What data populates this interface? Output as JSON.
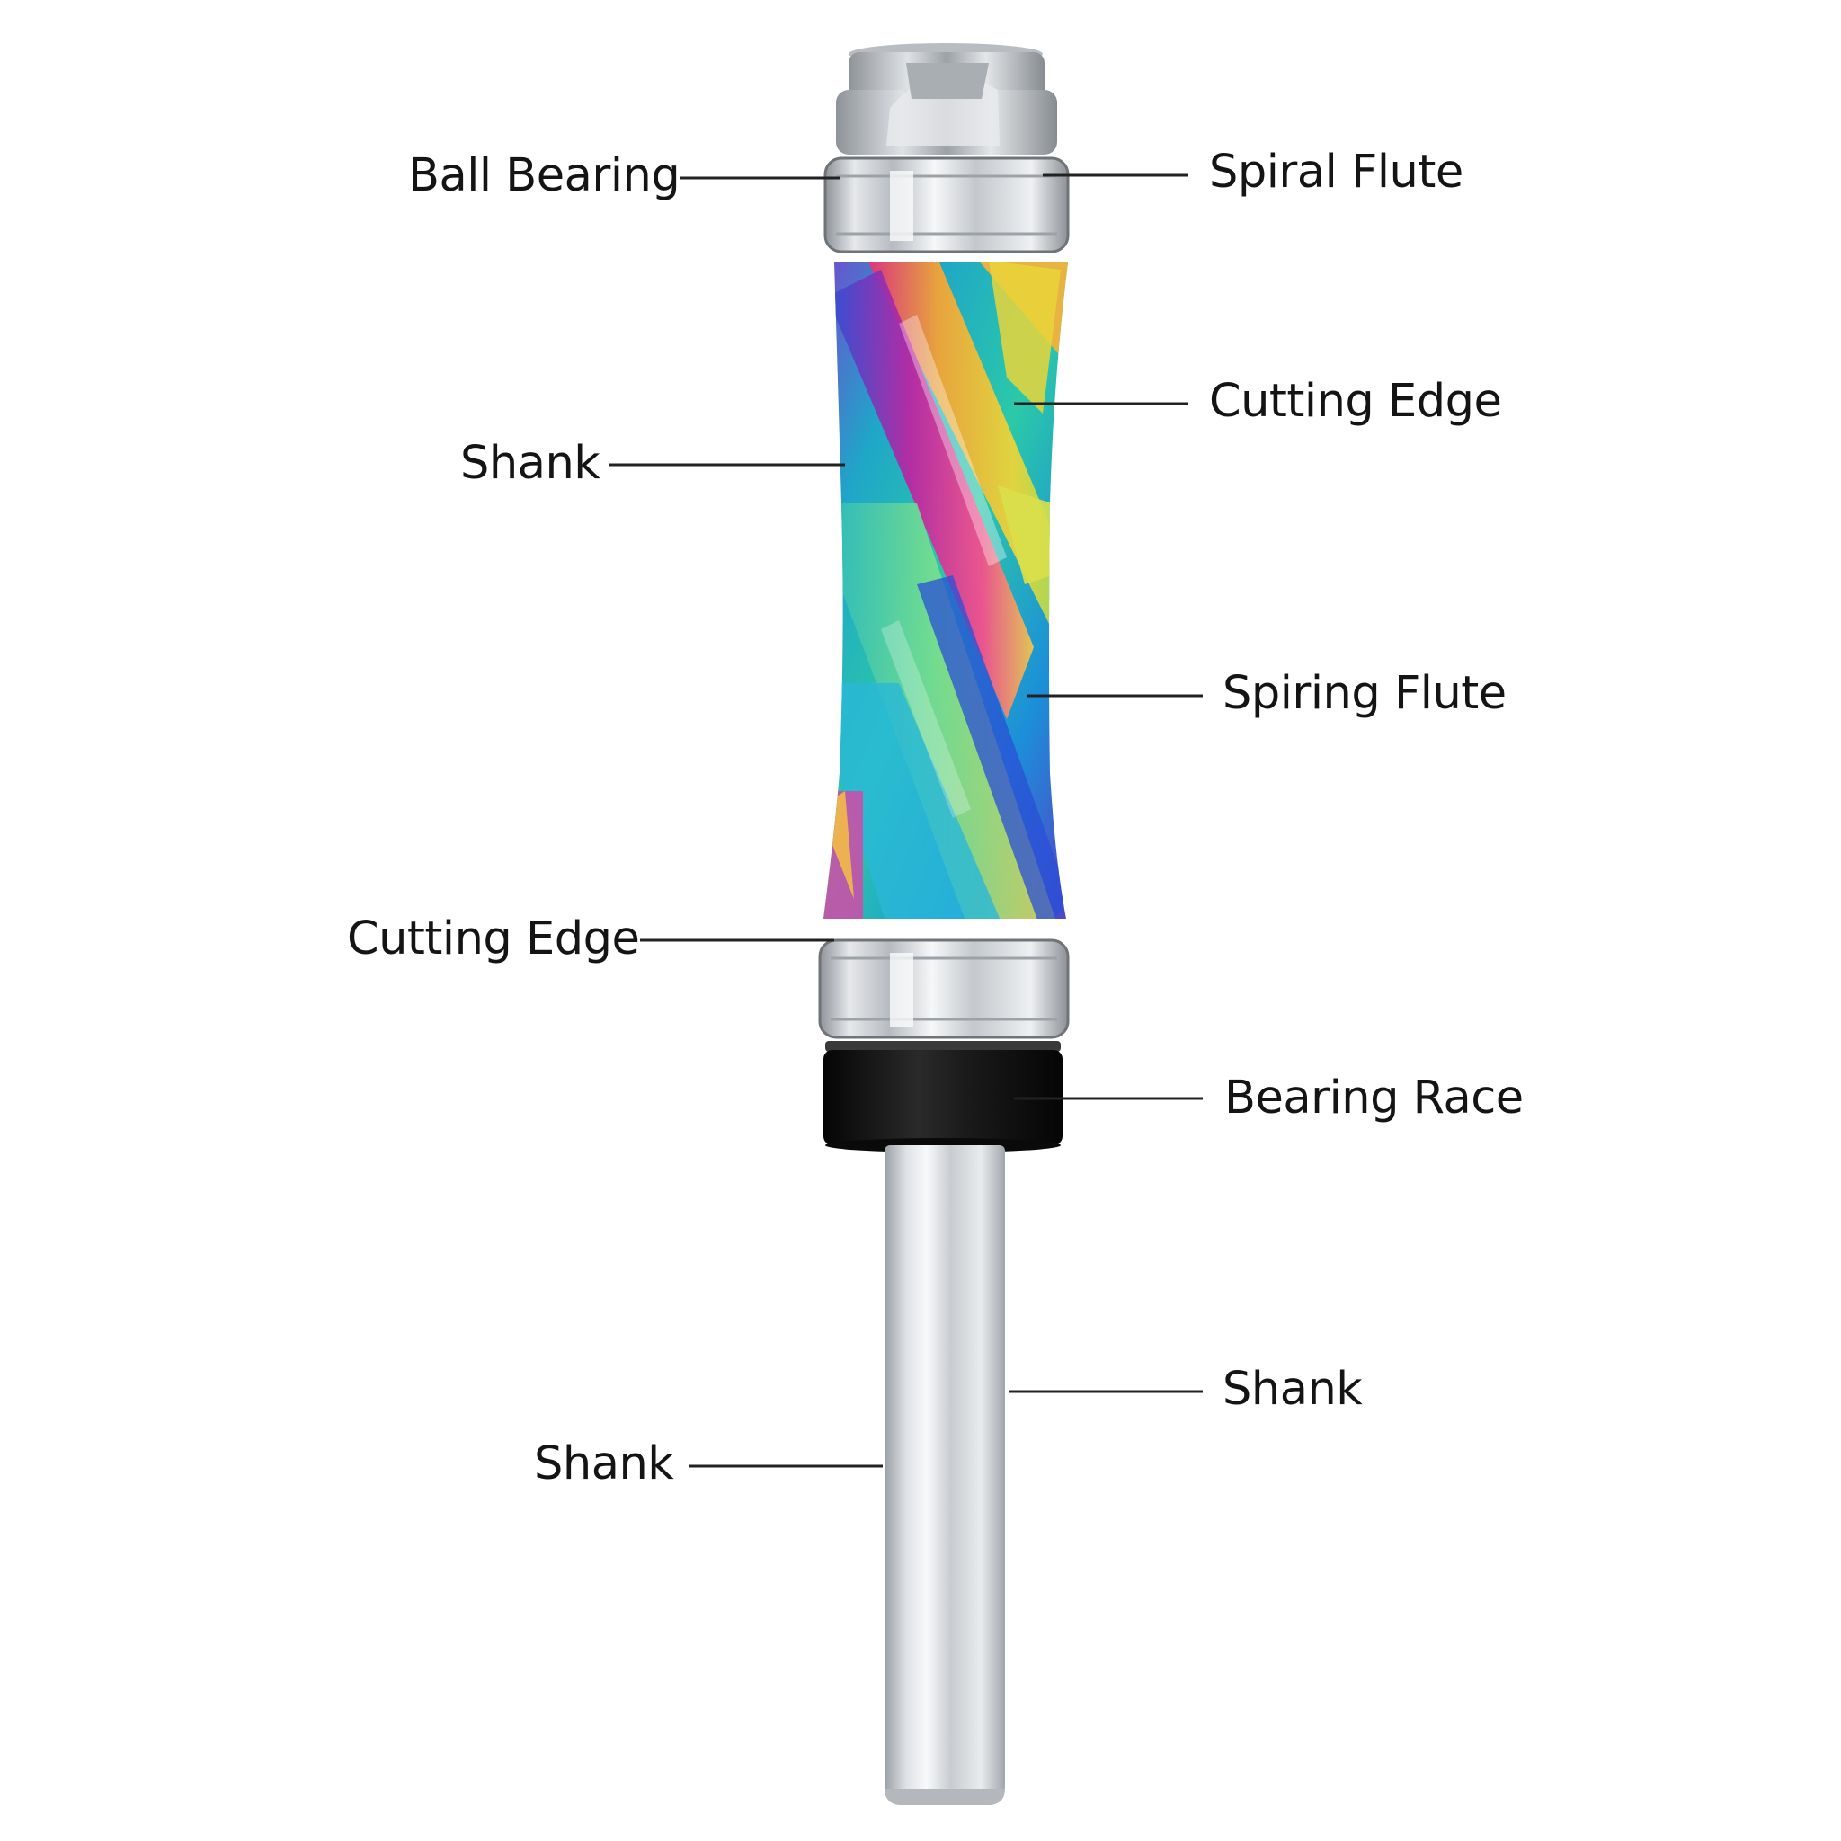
{
  "labels": {
    "ball_bearing": "Ball Bearing",
    "spiral_flute": "Spiral Flute",
    "cutting_edge_upper": "Cutting Edge",
    "shank_left_upper": "Shank",
    "spiring_flute": "Spiring Flute",
    "cutting_edge_lower": "Cutting Edge",
    "bearing_race": "Bearing Race",
    "shank_right_lower": "Shank",
    "shank_left_lower": "Shank"
  },
  "colors": {
    "background": "#ffffff",
    "text": "#141414",
    "leader_line": "#222222",
    "race": "#141414",
    "flute_magenta": "#d4228c",
    "flute_teal": "#1fb7c4",
    "flute_yellow": "#e9d53a",
    "flute_blue": "#2a4fd6",
    "steel": "#c9ccd0"
  }
}
